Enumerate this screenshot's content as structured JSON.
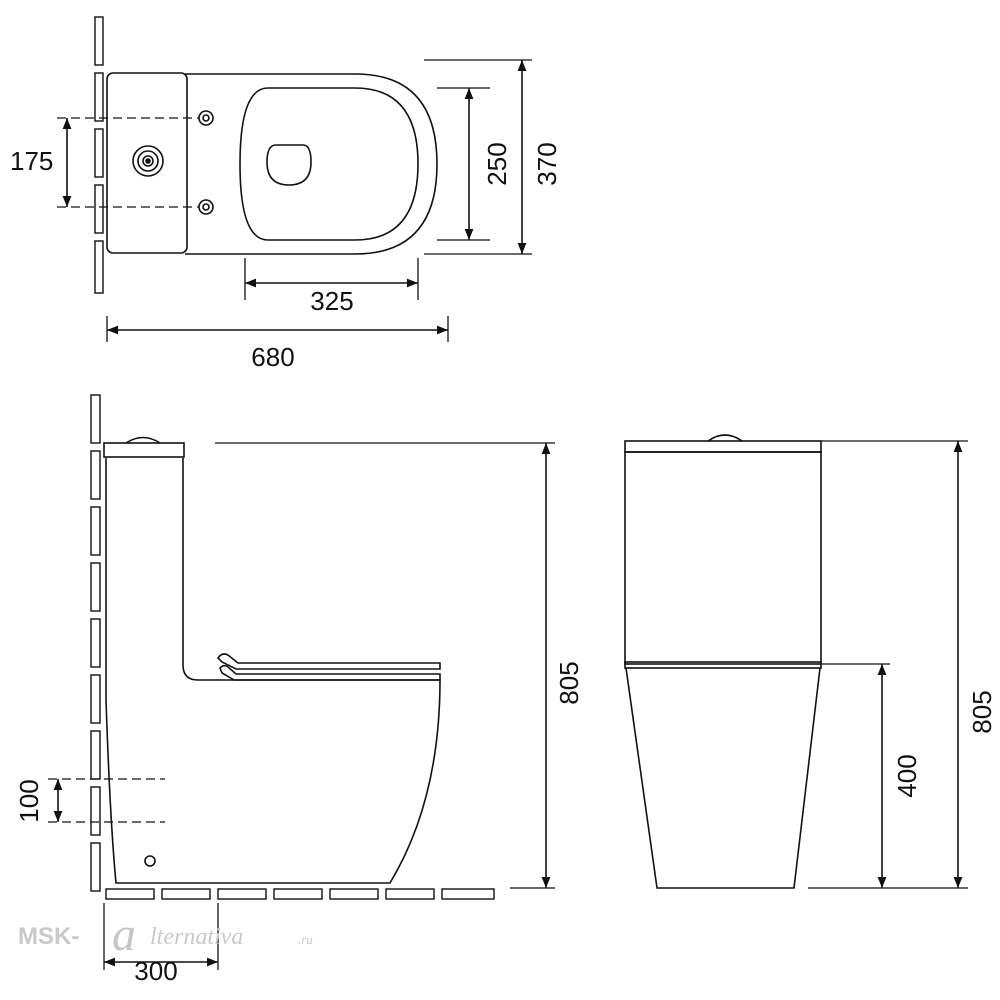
{
  "dimensions": {
    "top_view": {
      "bolt_spacing": "175",
      "seat_width": "250",
      "total_width": "370",
      "seat_length": "325",
      "total_length": "680"
    },
    "side_view": {
      "total_height": "805",
      "inlet_height": "100",
      "outlet_distance": "300"
    },
    "front_view": {
      "total_height": "805",
      "bowl_height": "400"
    }
  },
  "watermark": {
    "brand_left": "MSK-",
    "brand_mark": "a",
    "brand_right": "lternativa",
    "domain_suffix": ".ru"
  }
}
